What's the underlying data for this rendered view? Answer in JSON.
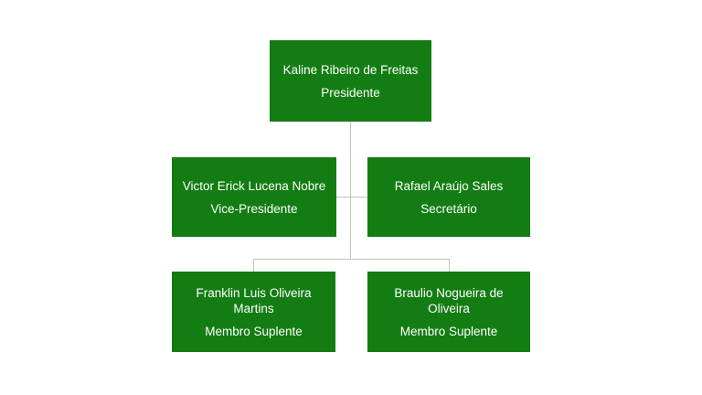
{
  "colors": {
    "box_green": "#137d13",
    "text_white": "#ffffff",
    "connector_line": "#c5c5b8",
    "background": "#ffffff"
  },
  "org_chart": {
    "nodes": [
      {
        "id": "presidente",
        "name": "Kaline Ribeiro de Freitas",
        "role": "Presidente"
      },
      {
        "id": "vice-presidente",
        "name": "Victor Erick Lucena Nobre",
        "role": "Vice-Presidente"
      },
      {
        "id": "secretario",
        "name": "Rafael Araújo Sales",
        "role": "Secretário"
      },
      {
        "id": "membro-suplente-1",
        "name": "Franklin Luis Oliveira\nMartins",
        "role": "Membro Suplente"
      },
      {
        "id": "membro-suplente-2",
        "name": "Braulio Nogueira de\nOliveira",
        "role": "Membro Suplente"
      }
    ]
  }
}
